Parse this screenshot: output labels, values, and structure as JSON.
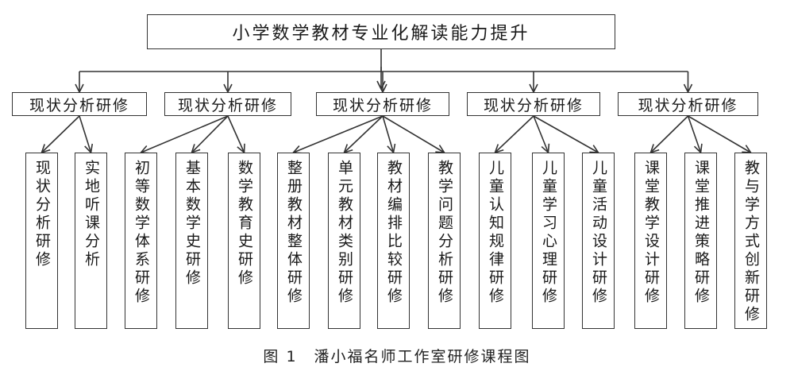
{
  "diagram": {
    "root": "小学数学教材专业化解读能力提升",
    "groups": [
      {
        "label": "现状分析研修",
        "items": [
          "现状分析研修",
          "实地听课分析"
        ]
      },
      {
        "label": "现状分析研修",
        "items": [
          "初等数学体系研修",
          "基本数学史研修",
          "数学教育史研修"
        ]
      },
      {
        "label": "现状分析研修",
        "items": [
          "整册教材整体研修",
          "单元教材类别研修",
          "教材编排比较研修",
          "教学问题分析研修"
        ]
      },
      {
        "label": "现状分析研修",
        "items": [
          "儿童认知规律研修",
          "儿童学习心理研修",
          "儿童活动设计研修"
        ]
      },
      {
        "label": "现状分析研修",
        "items": [
          "课堂教学设计研修",
          "课堂推进策略研修",
          "教与学方式创新研修"
        ]
      }
    ],
    "line_color": "#333333",
    "box_border_color": "#333333"
  },
  "caption": "图 1　潘小福名师工作室研修课程图"
}
